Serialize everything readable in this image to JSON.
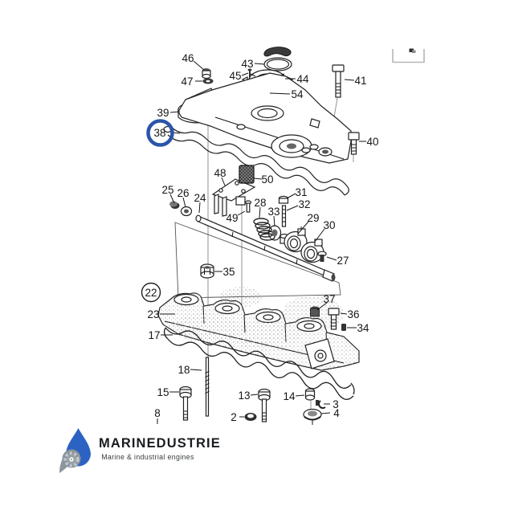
{
  "diagram": {
    "title_hint": "exploded valve cover and cylinder head parts diagram",
    "highlight": {
      "part": "38",
      "color": "#2b55a8"
    },
    "assembly_group_part": "22",
    "labels": {
      "2": "2",
      "3": "3",
      "4": "4",
      "8": "8",
      "13": "13",
      "14": "14",
      "15": "15",
      "17": "17",
      "18": "18",
      "22": "22",
      "23": "23",
      "24": "24",
      "25": "25",
      "26": "26",
      "27": "27",
      "28": "28",
      "29": "29",
      "30": "30",
      "31": "31",
      "32": "32",
      "33": "33",
      "34": "34",
      "35": "35",
      "36": "36",
      "37": "37",
      "38": "38",
      "39": "39",
      "40": "40",
      "41": "41",
      "43": "43",
      "44": "44",
      "45": "45",
      "46": "46",
      "47": "47",
      "48": "48",
      "49": "49",
      "50": "50",
      "54": "54"
    }
  },
  "logo": {
    "brand": "MARINEDUSTRIE",
    "tagline": "Marine & industrial engines",
    "drop_blue": "#2c63c2",
    "drop_gray": "#8d959c"
  }
}
